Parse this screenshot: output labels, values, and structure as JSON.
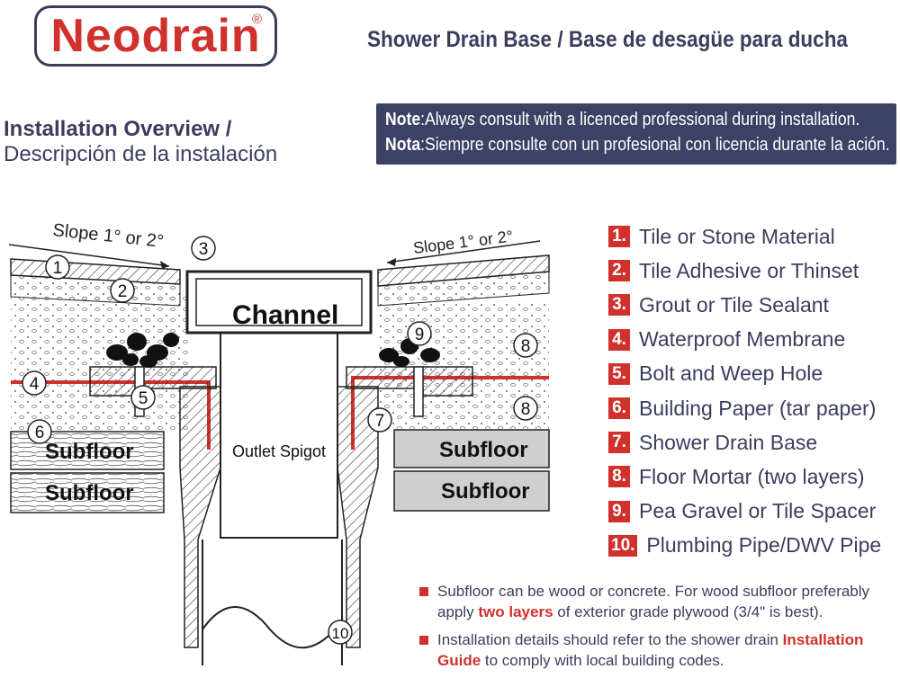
{
  "brand": {
    "name": "Neodrain",
    "reg": "®"
  },
  "title": "Shower Drain Base / Base de desagüe para ducha",
  "overview": {
    "en": "Installation Overview /",
    "es": "Descripción de la instalación"
  },
  "note": {
    "en_label": "Note",
    "en_text": ":Always consult with a licenced professional during installation.",
    "es_label": "Nota",
    "es_text": ":Siempre consulte con un profesional con licencia durante la ación."
  },
  "diagram": {
    "slope_left": "Slope 1° or 2°",
    "slope_right": "Slope 1° or 2°",
    "channel": "Channel",
    "outlet": "Outlet Spigot",
    "subfloor": "Subfloor",
    "callouts": [
      "1",
      "2",
      "3",
      "4",
      "5",
      "6",
      "7",
      "8",
      "8",
      "9",
      "10"
    ]
  },
  "legend": [
    {
      "num": "1.",
      "text": "Tile or Stone Material"
    },
    {
      "num": "2.",
      "text": "Tile Adhesive or Thinset"
    },
    {
      "num": "3.",
      "text": "Grout or Tile Sealant"
    },
    {
      "num": "4.",
      "text": "Waterproof Membrane"
    },
    {
      "num": "5.",
      "text": "Bolt and Weep Hole"
    },
    {
      "num": "6.",
      "text": "Building Paper (tar paper)"
    },
    {
      "num": "7.",
      "text": "Shower Drain Base"
    },
    {
      "num": "8.",
      "text": "Floor Mortar (two layers)"
    },
    {
      "num": "9.",
      "text": "Pea Gravel or Tile Spacer"
    },
    {
      "num": "10.",
      "text": "Plumbing Pipe/DWV Pipe"
    }
  ],
  "notes": {
    "n1_a": "Subfloor can be wood or concrete. For wood subfloor preferably apply ",
    "n1_hl": "two layers",
    "n1_b": " of exterior grade plywood (3/4\" is best).",
    "n2_a": "Installation details should refer to the shower drain ",
    "n2_hl": "Installation Guide",
    "n2_b": " to comply with local building codes."
  },
  "colors": {
    "navy": "#3d4166",
    "red": "#d0312d"
  }
}
